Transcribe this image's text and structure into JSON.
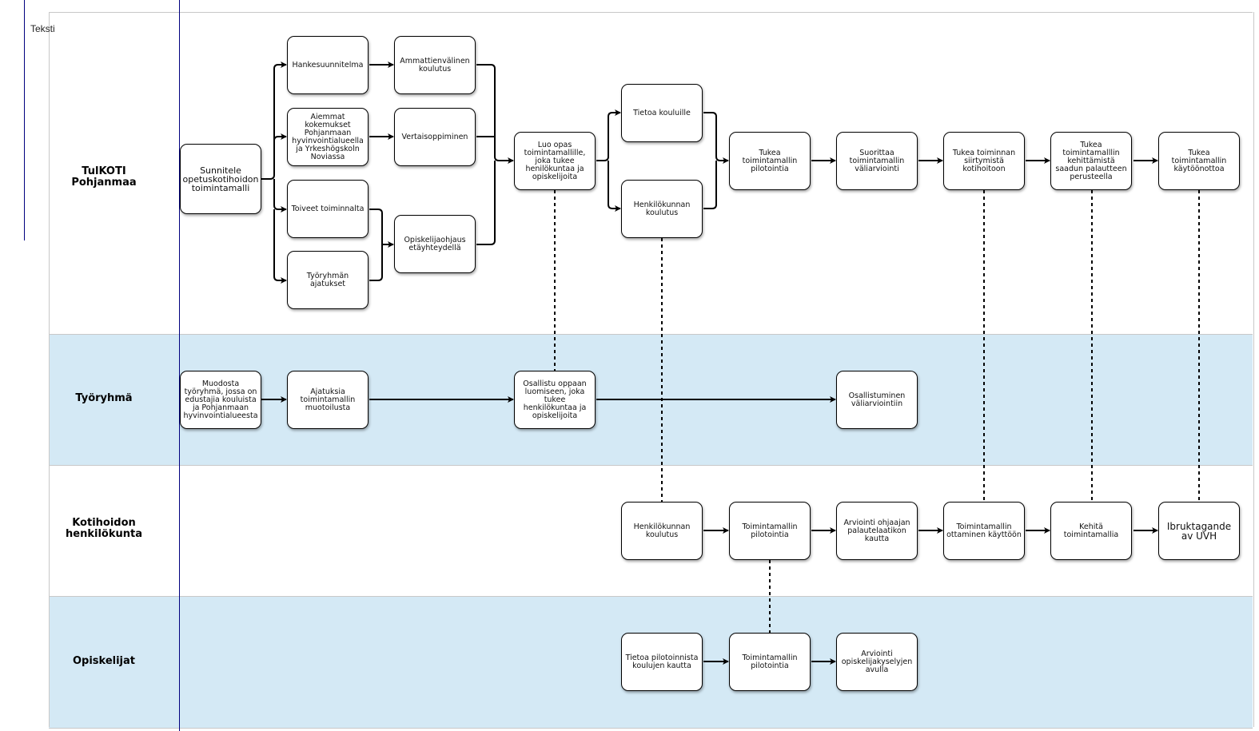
{
  "annotation": "Teksti",
  "lanes": [
    {
      "label": "TulKOTI Pohjanmaa"
    },
    {
      "label": "Työryhmä"
    },
    {
      "label": "Kotihoidon henkilökunta"
    },
    {
      "label": "Opiskelijat"
    }
  ],
  "colors": {
    "lane_alt": "#d4e9f5",
    "line": "#000000",
    "vertical_rule": "#00007f"
  },
  "nodes": {
    "sunnitele": "Sunnitele opetuskotihoidon toimintamalli",
    "hankesuunnitelma": "Hankesuunnitelma",
    "ammattienvalinen": "Ammattienvälinen koulutus",
    "aiemmat": "Aiemmat kokemukset Pohjanmaan hyvinvointialueella ja Yrkeshögskoln Noviassa",
    "vertaisoppiminen": "Vertaisoppiminen",
    "toiveet": "Toiveet toiminnalta",
    "opiskelijaohjaus": "Opiskelijaohjaus etäyhteydellä",
    "tyoryhman_ajatukset": "Työryhmän ajatukset",
    "luo_opas": "Luo opas toimintamallille, joka tukee henilökuntaa ja opiskelijoita",
    "tietoa_kouluille": "Tietoa kouluille",
    "henkilokunnan_koulutus_top": "Henkilökunnan koulutus",
    "tukea_pilotointia": "Tukea toimintamallin pilotointia",
    "suorittaa": "Suorittaa toimintamallin väliarviointi",
    "tukea_siirtymista": "Tukea toiminnan siirtymistä kotihoitoon",
    "tukea_kehittamista": "Tukea toimintamalllin kehittämistä saadun palautteen perusteella",
    "tukea_kayttoonottoa": "Tukea toimintamallin käytöönottoa",
    "muodosta": "Muodosta työryhmä, jossa on edustajia kouluista ja Pohjanmaan hyvinvointialueesta",
    "ajatuksia": "Ajatuksia toimintamallin muotoilusta",
    "osallistu": "Osallistu oppaan luomiseen, joka tukee henkilökuntaa ja opiskelijoita",
    "osallistuminen": "Osallistuminen väliarviointiin",
    "hk_koulutus": "Henkilökunnan koulutus",
    "hk_pilotointia": "Toimintamallin pilotointia",
    "arviointi_ohjaajan": "Arviointi ohjaajan palautelaatikon kautta",
    "ottaminen": "Toimintamallin ottaminen käyttöön",
    "kehita": "Kehitä toimintamallia",
    "ibruktagande": "Ibruktagande av UVH",
    "tietoa_pilotoinnista": "Tietoa pilotoinnista koulujen kautta",
    "op_pilotointia": "Toimintamallin pilotointia",
    "arviointi_opiskelija": "Arviointi opiskelijakyselyjen avulla"
  }
}
